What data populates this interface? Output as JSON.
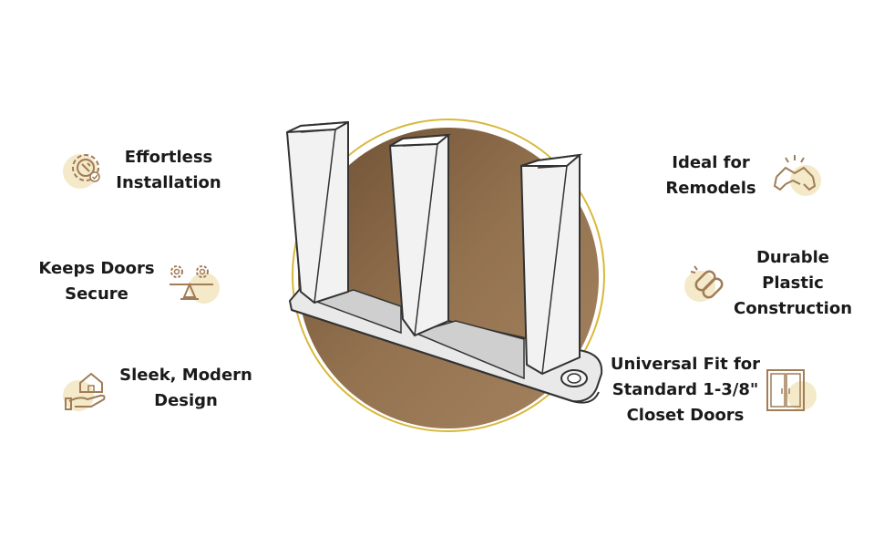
{
  "features": {
    "installation": {
      "line1": "Effortless",
      "line2": "Installation",
      "icon": "gear-wrench-icon"
    },
    "secure": {
      "line1": "Keeps Doors",
      "line2": "Secure",
      "icon": "balance-scale-gears-icon"
    },
    "design": {
      "line1": "Sleek, Modern",
      "line2": "Design",
      "icon": "hand-house-icon"
    },
    "remodels": {
      "line1": "Ideal for",
      "line2": "Remodels",
      "icon": "handshake-icon"
    },
    "durable": {
      "line1": "Durable",
      "line2": "Plastic",
      "line3": "Construction",
      "icon": "chain-link-icon"
    },
    "universal": {
      "line1": "Universal Fit for",
      "line2": "Standard 1-3/8\"",
      "line3": "Closet Doors",
      "icon": "closet-door-icon"
    }
  },
  "colors": {
    "accent_circle": "#8c6a48",
    "circle_ring": "#d8b83a",
    "icon_blob": "#f4e9c8",
    "icon_stroke": "#a07c57"
  }
}
